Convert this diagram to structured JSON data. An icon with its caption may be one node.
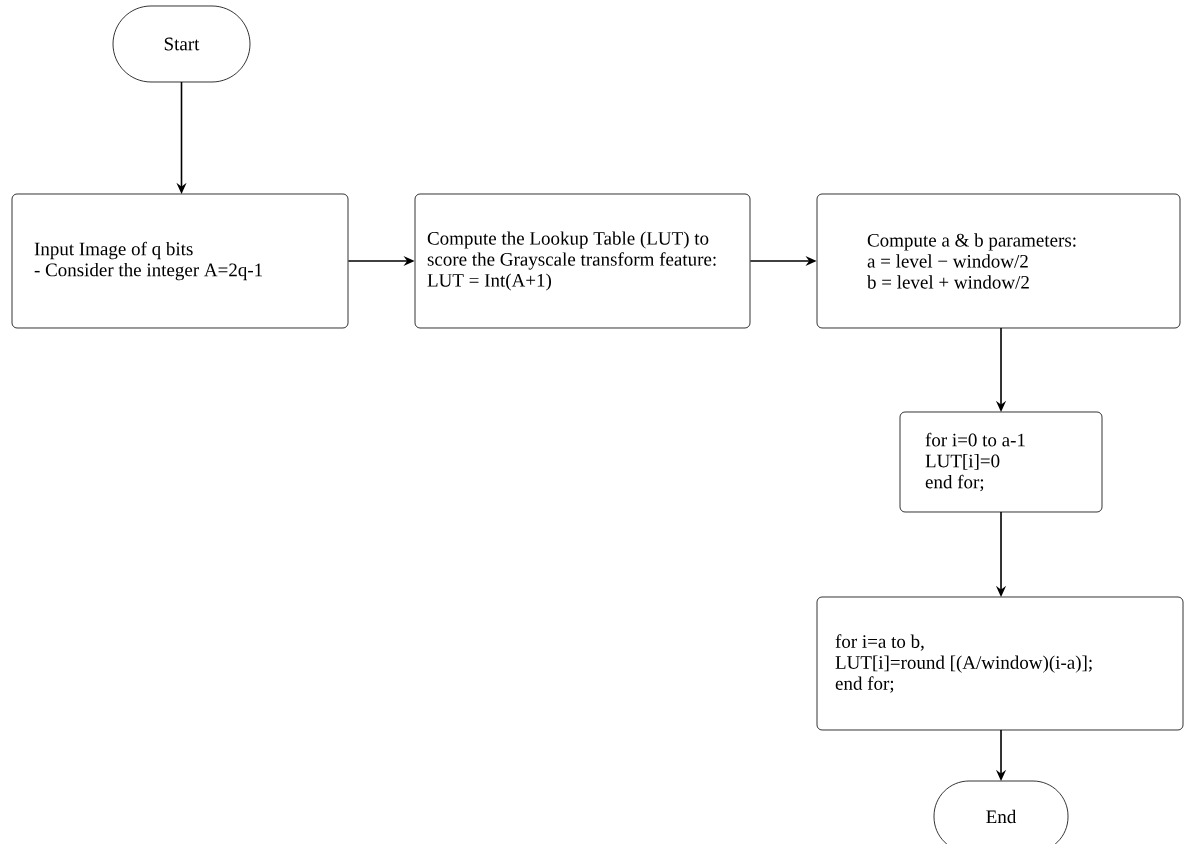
{
  "diagram": {
    "nodes": [
      {
        "text": [
          "Start"
        ]
      },
      {
        "text": [
          "Input Image of q bits",
          "- Consider the integer A=2q-1"
        ]
      },
      {
        "text": [
          "Compute the Lookup Table (LUT) to score the Grayscale transform feature:",
          "LUT = Int(A+1)"
        ]
      },
      {
        "text": [
          "Compute a & b parameters:",
          "a = level − window/2",
          "b = level + window/2"
        ]
      },
      {
        "text": [
          "for i=0 to a-1",
          "LUT[i]=0",
          "end for;"
        ]
      },
      {
        "text": [
          "for i=a to b,",
          "LUT[i]=round [(A/window)(i-a)];",
          "end for;"
        ]
      },
      {
        "text": [
          "End"
        ]
      }
    ],
    "edges": [
      {
        "from": 0,
        "to": 1,
        "arrow": "to"
      },
      {
        "from": 1,
        "to": 2,
        "arrow": "to"
      },
      {
        "from": 2,
        "to": 3,
        "arrow": "to"
      },
      {
        "from": 3,
        "to": 4,
        "arrow": "to"
      },
      {
        "from": 4,
        "to": 5,
        "arrow": "to"
      },
      {
        "from": 5,
        "to": 6,
        "arrow": "to"
      }
    ]
  }
}
